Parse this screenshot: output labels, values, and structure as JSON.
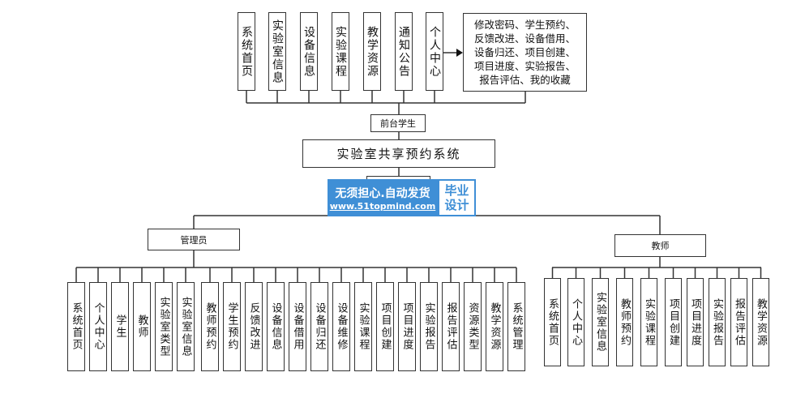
{
  "root": "实验室共享预约系统",
  "student": {
    "label": "前台学生",
    "items": [
      "系统首页",
      "实验室信息",
      "设备信息",
      "实验课程",
      "教学资源",
      "通知公告",
      "个人中心"
    ],
    "personal_center_details": "修改密码、学生预约、\n反馈改进、设备借用、\n设备归还、项目创建、\n项目进度、实验报告、\n报告评估、我的收藏"
  },
  "admin": {
    "label": "管理员",
    "items": [
      "系统首页",
      "个人中心",
      "学生",
      "教师",
      "实验室类型",
      "实验室信息",
      "教师预约",
      "学生预约",
      "反馈改进",
      "设备信息",
      "设备借用",
      "设备归还",
      "设备维修",
      "实验课程",
      "项目创建",
      "项目进度",
      "实验报告",
      "报告评估",
      "资源类型",
      "教学资源",
      "系统管理"
    ]
  },
  "teacher": {
    "label": "教师",
    "items": [
      "系统首页",
      "个人中心",
      "实验室信息",
      "教师预约",
      "实验课程",
      "项目创建",
      "项目进度",
      "实验报告",
      "报告评估",
      "教学资源"
    ]
  },
  "watermark": {
    "slogan": "无须担心.自动发货",
    "url": "www.51topmind.com",
    "badge": "毕业设计",
    "color": "#3f8fd6"
  }
}
